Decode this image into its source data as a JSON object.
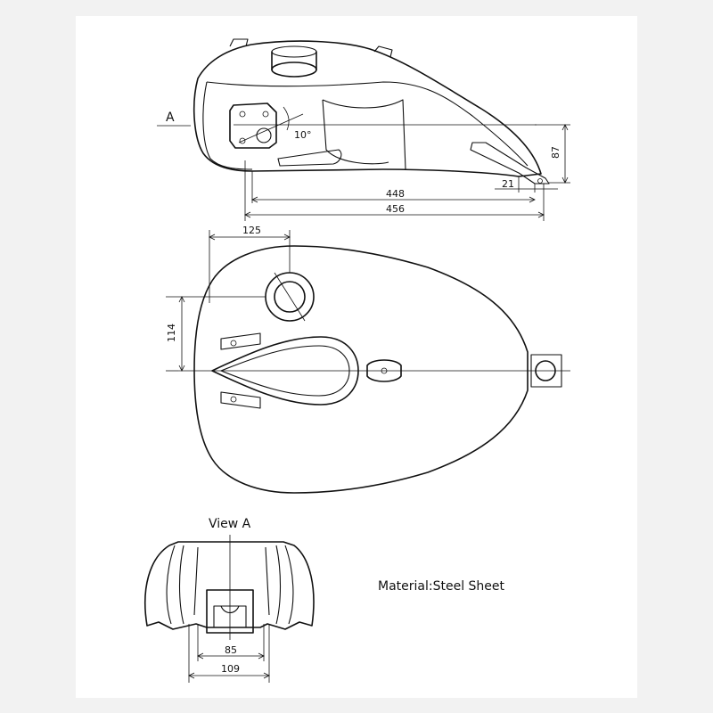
{
  "labels": {
    "view_arrow": "A",
    "view_title": "View A",
    "material": "Material:Steel Sheet"
  },
  "dimensions": {
    "angle": "10°",
    "height": "87",
    "offset": "21",
    "length_inner": "448",
    "length_outer": "456",
    "cap_offset": "125",
    "cap_lateral": "114",
    "mount_inner": "85",
    "mount_outer": "109"
  },
  "colors": {
    "line": "#111111",
    "sheet": "#ffffff",
    "background": "#f2f2f2"
  }
}
